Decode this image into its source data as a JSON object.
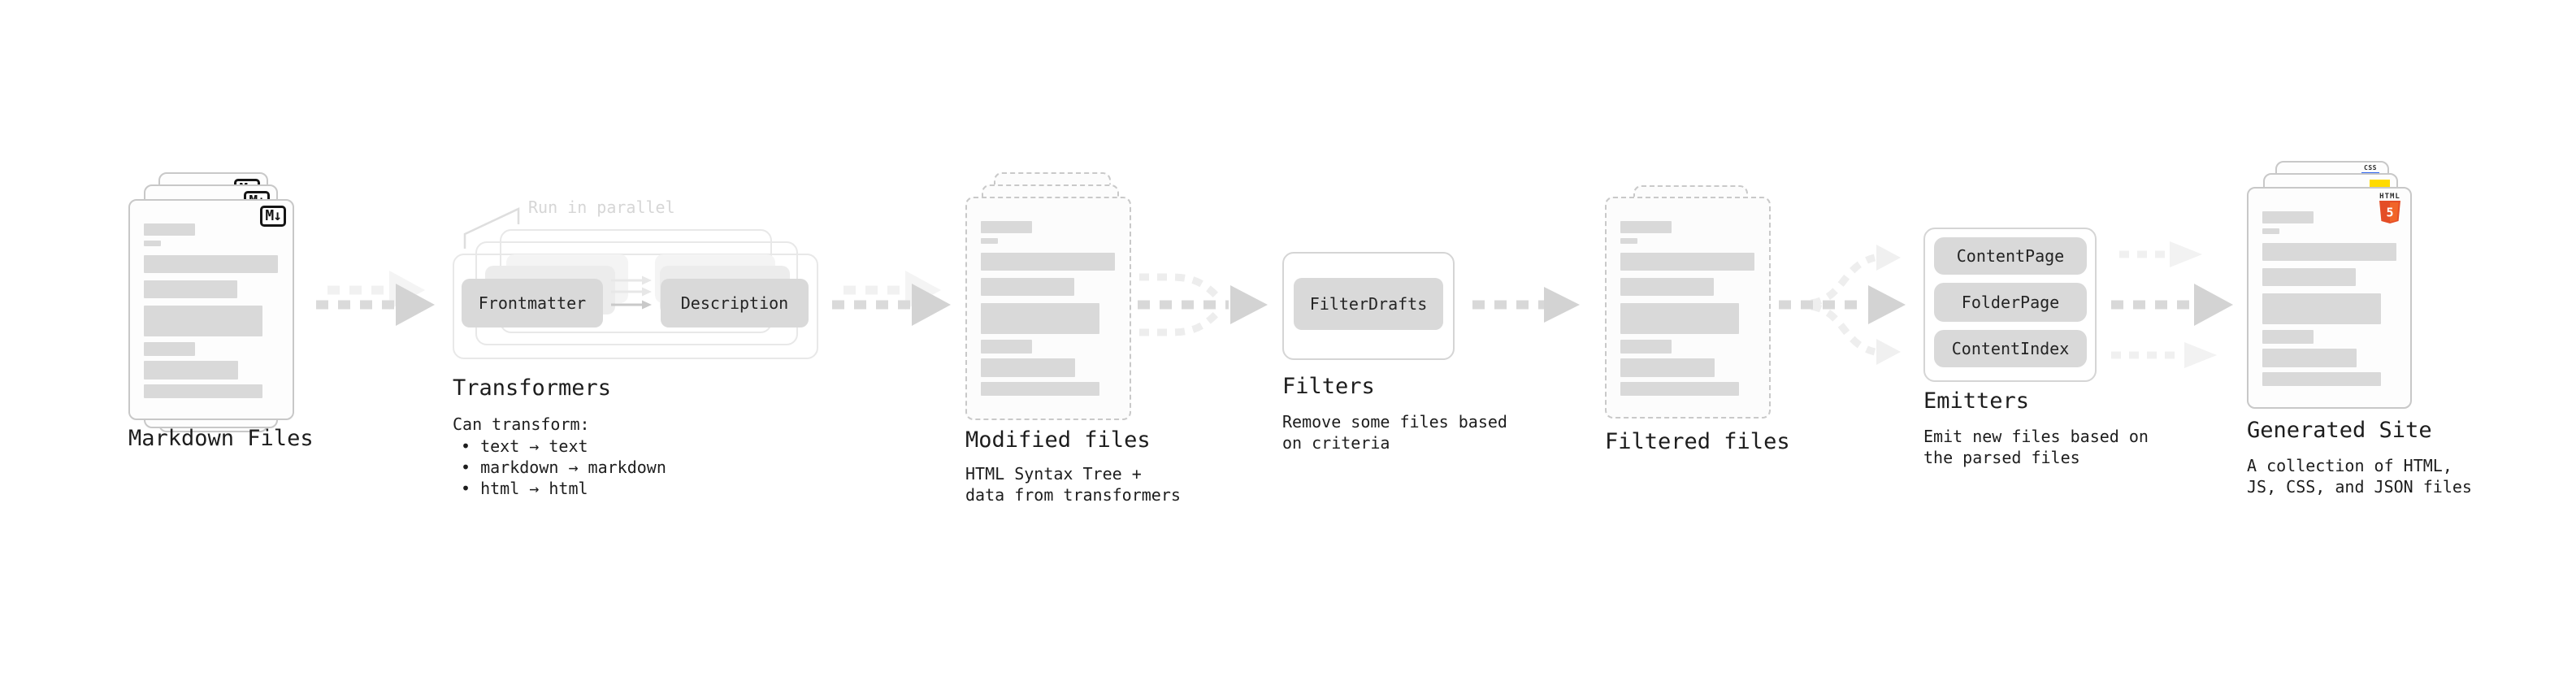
{
  "markdown_files": {
    "label": "Markdown Files",
    "badge": "M↓"
  },
  "transformers": {
    "label": "Transformers",
    "annotation": "Run in parallel",
    "button_left": "Frontmatter",
    "button_right": "Description",
    "sub": "Can transform:",
    "bullets": [
      "• text → text",
      "• markdown → markdown",
      "• html → html"
    ]
  },
  "modified_files": {
    "label": "Modified files",
    "sub": "HTML Syntax Tree +\ndata from transformers"
  },
  "filters": {
    "label": "Filters",
    "button": "FilterDrafts",
    "sub": "Remove some files based\non criteria"
  },
  "filtered_files": {
    "label": "Filtered files"
  },
  "emitters": {
    "label": "Emitters",
    "buttons": [
      "ContentPage",
      "FolderPage",
      "ContentIndex"
    ],
    "sub": "Emit new files based on\nthe parsed files"
  },
  "generated_site": {
    "label": "Generated Site",
    "sub": "A collection of HTML,\nJS, CSS, and JSON files",
    "badges": {
      "css": "CSS",
      "html": "HTML",
      "html5": "5"
    }
  },
  "colors": {
    "html5_orange": "#e44d26",
    "html5_orange_light": "#f16529",
    "js_yellow": "#ffdb00",
    "css_blue": "#2c63ee",
    "arrow_gray": "#d3d3d3",
    "bar_gray": "#d9d9d9"
  }
}
